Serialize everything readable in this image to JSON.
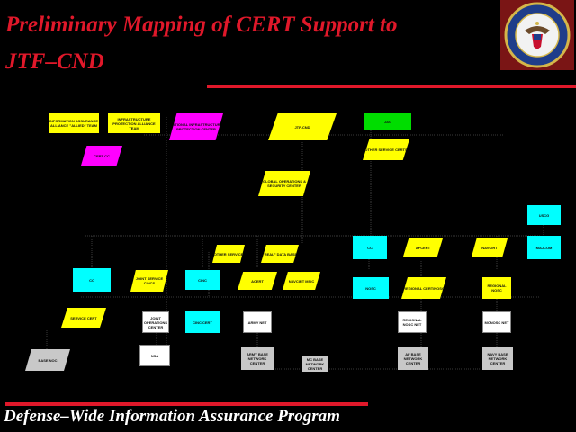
{
  "title": {
    "line1": "Preliminary Mapping of CERT Support to",
    "line2": "JTF–CND"
  },
  "footer": "Defense–Wide Information Assurance Program",
  "seal": {
    "text": "DEPARTMENT OF DEFENSE • UNITED STATES OF AMERICA"
  },
  "nodes": [
    {
      "id": "n1",
      "label": "INFORMATION ASSURANCE ALLIANCE \"ALLIED\" TEAM"
    },
    {
      "id": "n2",
      "label": "INFRASTRUCTURE PROTECTION ALLIANCE TEAM"
    },
    {
      "id": "n3",
      "label": "NATIONAL INFRASTRUCTURE PROTECTION CENTER"
    },
    {
      "id": "n4",
      "label": "JTF-CND"
    },
    {
      "id": "n5",
      "label": "JAG"
    },
    {
      "id": "n6",
      "label": "CERT CC"
    },
    {
      "id": "n7",
      "label": "OTHER SERVICE CERTS"
    },
    {
      "id": "n8",
      "label": "GLOBAL OPERATIONS & SECURITY CENTER"
    },
    {
      "id": "n9",
      "label": "USCG"
    },
    {
      "id": "n10",
      "label": "CC"
    },
    {
      "id": "n11",
      "label": "AFCERT"
    },
    {
      "id": "n12",
      "label": "NAVCIRT"
    },
    {
      "id": "n13",
      "label": "MAJCOM"
    },
    {
      "id": "n14",
      "label": "OTHER SERVICE"
    },
    {
      "id": "n15",
      "label": "\"REAL\" DATA BASE"
    },
    {
      "id": "n16",
      "label": "CC"
    },
    {
      "id": "n17",
      "label": "JOINT SERVICE CINCS"
    },
    {
      "id": "n18",
      "label": "CINC"
    },
    {
      "id": "n19",
      "label": "ACERT"
    },
    {
      "id": "n20",
      "label": "NAVCIRT MSIC"
    },
    {
      "id": "n21",
      "label": "NOSC"
    },
    {
      "id": "n22",
      "label": "REGIONAL CERT/NOSC"
    },
    {
      "id": "n23",
      "label": "REGIONAL NOSC"
    },
    {
      "id": "n24",
      "label": "SERVICE CERT"
    },
    {
      "id": "n25",
      "label": "JOINT OPERATIONS CENTER"
    },
    {
      "id": "n26",
      "label": "CINC CERT"
    },
    {
      "id": "n27",
      "label": "ARMY NET"
    },
    {
      "id": "n28",
      "label": "REGIONAL NOSC NET"
    },
    {
      "id": "n29",
      "label": "MCNOSC NET"
    },
    {
      "id": "n30",
      "label": "BASE NOC"
    },
    {
      "id": "n31",
      "label": "NSA"
    },
    {
      "id": "n32",
      "label": "ARMY BASE NETWORK CENTER"
    },
    {
      "id": "n33",
      "label": "AF BASE NETWORK CENTER"
    },
    {
      "id": "n34",
      "label": "NAVY BASE NETWORK CENTER"
    },
    {
      "id": "n35",
      "label": "MC BASE NETWORK CENTER"
    }
  ]
}
